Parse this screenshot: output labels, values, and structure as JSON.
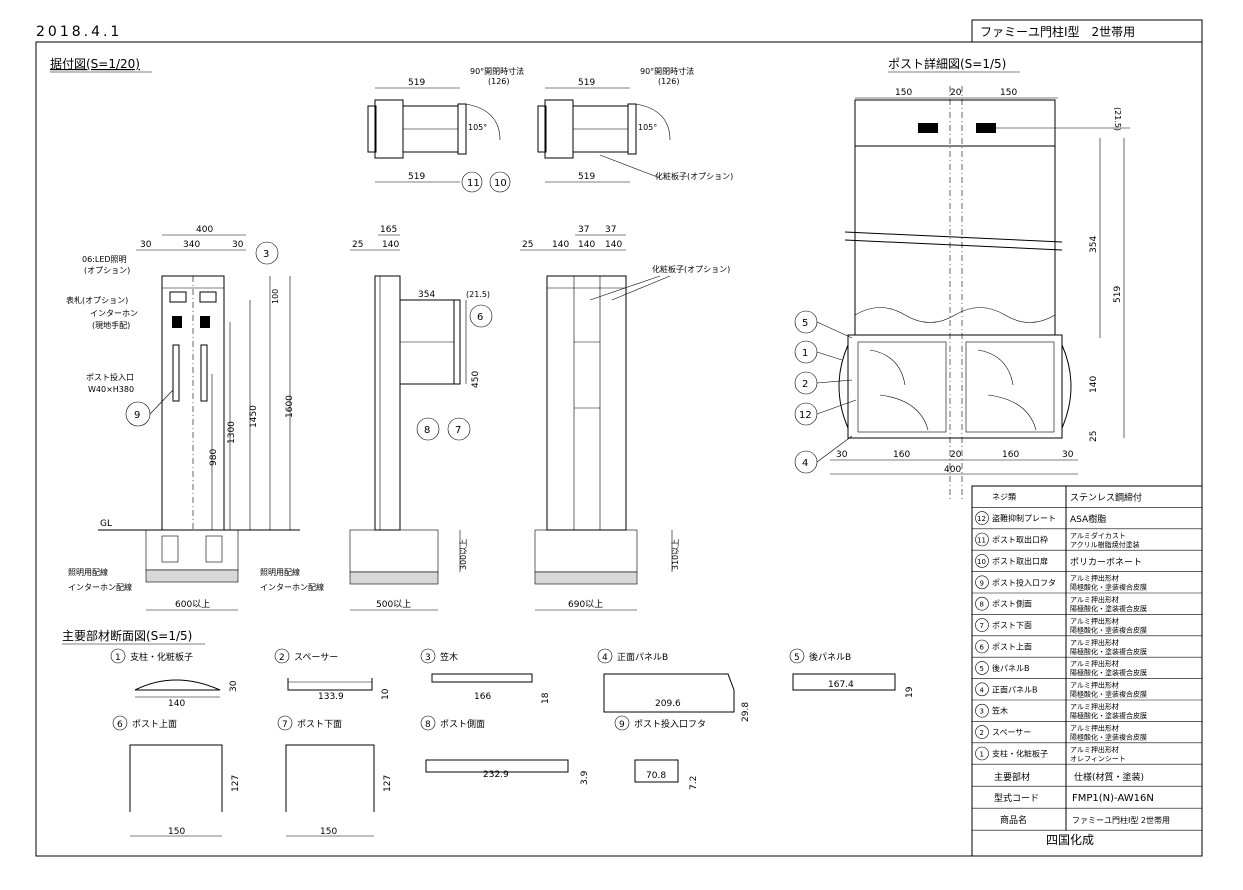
{
  "header": {
    "date": "2018.4.1",
    "product_title": "ファミーユ門柱I型　2世帯用"
  },
  "sections": {
    "installation": "据付図(S=1/20)",
    "post_detail": "ポスト詳細図(S=1/5)",
    "cross_section": "主要部材断面図(S=1/5)"
  },
  "top_views": {
    "dim_519": "519",
    "dim_90_note": "90°開閉時寸法",
    "dim_126": "(126)",
    "dim_105": "105°",
    "option_handle": "化粧板子(オプション)",
    "callout_11": "11",
    "callout_10": "10"
  },
  "front_view": {
    "dim_400": "400",
    "dim_30a": "30",
    "dim_340": "340",
    "dim_30b": "30",
    "led": "06:LED照明",
    "led_option": "(オプション)",
    "nameplate": "表札(オプション)",
    "intercom": "インターホン",
    "intercom_sub": "(現地手配)",
    "slot_label": "ポスト投入口",
    "slot_size": "W40×H380",
    "dim_100": "100",
    "dim_1600": "1600",
    "dim_1450": "1450",
    "dim_1300": "1300",
    "dim_980": "980",
    "gl": "GL",
    "wire_light_l": "照明用配線",
    "wire_ic_l": "インターホン配線",
    "wire_light_r": "照明用配線",
    "wire_ic_r": "インターホン配線",
    "base": "600以上",
    "callout_3": "3",
    "callout_9": "9"
  },
  "side_view": {
    "dim_165": "165",
    "dim_25": "25",
    "dim_140": "140",
    "dim_354": "354",
    "dim_215": "(21.5)",
    "dim_450": "450",
    "dim_300": "300以上",
    "base": "500以上",
    "callout_6": "6",
    "callout_8": "8",
    "callout_7": "7"
  },
  "back_view": {
    "dim_25": "25",
    "dim_140a": "140",
    "dim_140b": "140",
    "dim_140c": "140",
    "dim_37a": "37",
    "dim_37b": "37",
    "option": "化粧板子(オプション)",
    "dim_310": "310以上",
    "base": "690以上"
  },
  "detail_view": {
    "dim_150a": "150",
    "dim_20": "20",
    "dim_150b": "150",
    "dim_215": "(21.5)",
    "dim_354": "354",
    "dim_519": "519",
    "dim_140": "140",
    "dim_25": "25",
    "dim_30a": "30",
    "dim_160a": "160",
    "dim_20b": "20",
    "dim_160b": "160",
    "dim_30b": "30",
    "dim_400": "400",
    "callouts": [
      "5",
      "1",
      "2",
      "12",
      "4"
    ]
  },
  "sections_parts": [
    {
      "no": "1",
      "name": "支柱・化粧板子",
      "w": "140",
      "h": "30"
    },
    {
      "no": "2",
      "name": "スペーサー",
      "w": "133.9",
      "h": "10"
    },
    {
      "no": "3",
      "name": "笠木",
      "w": "166",
      "h": "18"
    },
    {
      "no": "4",
      "name": "正面パネルB",
      "w": "209.6",
      "h": "29.8"
    },
    {
      "no": "5",
      "name": "後パネルB",
      "w": "167.4",
      "h": "19"
    },
    {
      "no": "6",
      "name": "ポスト上面",
      "w": "150",
      "h": "127"
    },
    {
      "no": "7",
      "name": "ポスト下面",
      "w": "150",
      "h": "127"
    },
    {
      "no": "8",
      "name": "ポスト側面",
      "w": "232.9",
      "h": "3.9"
    },
    {
      "no": "9",
      "name": "ポスト投入口フタ",
      "w": "70.8",
      "h": "7.2"
    }
  ],
  "spec_table": {
    "rows": [
      {
        "no": "",
        "part": "ネジ類",
        "spec": "ステンレス鋼締付"
      },
      {
        "no": "12",
        "part": "盗難抑制プレート",
        "spec": "ASA樹脂"
      },
      {
        "no": "11",
        "part": "ポスト取出口枠",
        "spec": "アルミダイカスト アクリル樹脂焼付塗装"
      },
      {
        "no": "10",
        "part": "ポスト取出口扉",
        "spec": "ポリカーボネート"
      },
      {
        "no": "9",
        "part": "ポスト投入口フタ",
        "spec": "アルミ押出形材 陽極酸化・塗装複合皮膜"
      },
      {
        "no": "8",
        "part": "ポスト側面",
        "spec": "アルミ押出形材 陽極酸化・塗装複合皮膜"
      },
      {
        "no": "7",
        "part": "ポスト下面",
        "spec": "アルミ押出形材 陽極酸化・塗装複合皮膜"
      },
      {
        "no": "6",
        "part": "ポスト上面",
        "spec": "アルミ押出形材 陽極酸化・塗装複合皮膜"
      },
      {
        "no": "5",
        "part": "後パネルB",
        "spec": "アルミ押出形材 陽極酸化・塗装複合皮膜"
      },
      {
        "no": "4",
        "part": "正面パネルB",
        "spec": "アルミ押出形材 陽極酸化・塗装複合皮膜"
      },
      {
        "no": "3",
        "part": "笠木",
        "spec": "アルミ押出形材 陽極酸化・塗装複合皮膜"
      },
      {
        "no": "2",
        "part": "スペーサー",
        "spec": "アルミ押出形材 陽極酸化・塗装複合皮膜"
      },
      {
        "no": "1",
        "part": "支柱・化粧板子",
        "spec": "アルミ押出形材 オレフィンシート"
      }
    ],
    "header_part": "主要部材",
    "header_spec": "仕様(材質・塗装)",
    "model_label": "型式コード",
    "model_value": "FMP1(N)-AW16N",
    "product_label": "商品名",
    "product_value": "ファミーユ門柱I型 2世帯用",
    "maker": "四国化成"
  }
}
